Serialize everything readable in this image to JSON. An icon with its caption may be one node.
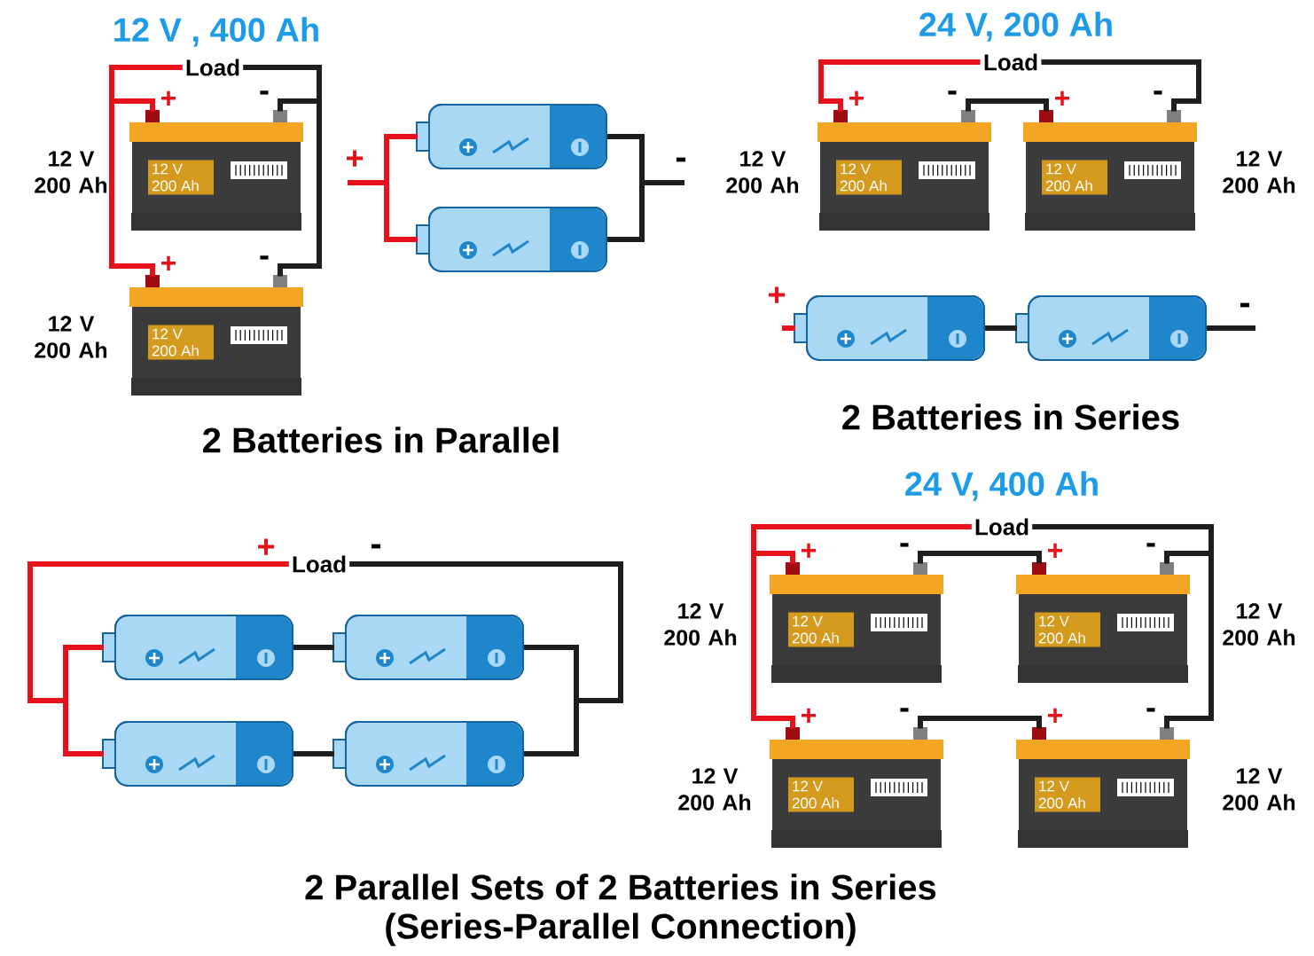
{
  "diagram": {
    "nodes": [
      {
        "text": [
          "Load"
        ]
      },
      {
        "text": [
          "12 V 200 Ah"
        ],
        "beside": [
          "12 V 200 Ah",
          "+",
          "-"
        ]
      },
      {
        "text": [
          "12 V 200 Ah"
        ],
        "beside": [
          "12 V 200 Ah",
          "+",
          "-"
        ]
      },
      {
        "text": [],
        "shape": "cylinder"
      },
      {
        "text": [],
        "shape": "cylinder"
      },
      {
        "text": [
          "Load"
        ]
      },
      {
        "text": [
          "12 V 200 Ah"
        ],
        "beside": [
          "12 V 200 Ah",
          "+",
          "-"
        ]
      },
      {
        "text": [
          "12 V 200 Ah"
        ],
        "beside": [
          "12 V 200 Ah",
          "+",
          "-"
        ]
      },
      {
        "text": [],
        "shape": "cylinder"
      },
      {
        "text": [],
        "shape": "cylinder"
      },
      {
        "text": [
          "Load"
        ]
      },
      {
        "text": [],
        "shape": "cylinder"
      },
      {
        "text": [],
        "shape": "cylinder"
      },
      {
        "text": [],
        "shape": "cylinder"
      },
      {
        "text": [],
        "shape": "cylinder"
      },
      {
        "text": [
          "Load"
        ]
      },
      {
        "text": [
          "12 V 200 Ah"
        ],
        "beside": [
          "12 V 200 Ah",
          "+",
          "-"
        ]
      },
      {
        "text": [
          "12 V 200 Ah"
        ],
        "beside": [
          "12 V 200 Ah",
          "+",
          "-"
        ]
      },
      {
        "text": [
          "12 V 200 Ah"
        ],
        "beside": [
          "12 V 200 Ah",
          "+",
          "-"
        ]
      },
      {
        "text": [
          "12 V 200 Ah"
        ],
        "beside": [
          "12 V 200 Ah",
          "+",
          "-"
        ]
      }
    ],
    "edges": [
      {
        "from": 0,
        "to": 1,
        "arrow": "none",
        "color": "#e5121b"
      },
      {
        "from": 0,
        "to": 2,
        "arrow": "none",
        "color": "#e5121b"
      },
      {
        "from": 0,
        "to": 1,
        "arrow": "none"
      },
      {
        "from": 0,
        "to": 2,
        "arrow": "none"
      },
      {
        "from": null,
        "to": 3,
        "arrow": "none",
        "color": "#e5121b"
      },
      {
        "from": null,
        "to": 4,
        "arrow": "none",
        "color": "#e5121b"
      },
      {
        "from": 3,
        "to": null,
        "arrow": "none"
      },
      {
        "from": 4,
        "to": null,
        "arrow": "none"
      },
      {
        "from": 5,
        "to": 6,
        "arrow": "none",
        "color": "#e5121b"
      },
      {
        "from": 6,
        "to": 7,
        "arrow": "none"
      },
      {
        "from": 7,
        "to": 5,
        "arrow": "none"
      },
      {
        "from": null,
        "to": 8,
        "arrow": "none",
        "color": "#e5121b"
      },
      {
        "from": 8,
        "to": 9,
        "arrow": "none"
      },
      {
        "from": 9,
        "to": null,
        "arrow": "none"
      },
      {
        "from": 10,
        "to": 11,
        "arrow": "none",
        "color": "#e5121b"
      },
      {
        "from": 10,
        "to": 13,
        "arrow": "none",
        "color": "#e5121b"
      },
      {
        "from": 11,
        "to": 12,
        "arrow": "none"
      },
      {
        "from": 13,
        "to": 14,
        "arrow": "none"
      },
      {
        "from": 12,
        "to": 10,
        "arrow": "none"
      },
      {
        "from": 14,
        "to": 10,
        "arrow": "none"
      },
      {
        "from": 15,
        "to": 16,
        "arrow": "none",
        "color": "#e5121b"
      },
      {
        "from": 15,
        "to": 18,
        "arrow": "none",
        "color": "#e5121b"
      },
      {
        "from": 16,
        "to": 17,
        "arrow": "none"
      },
      {
        "from": 18,
        "to": 19,
        "arrow": "none"
      },
      {
        "from": 17,
        "to": 15,
        "arrow": "none"
      },
      {
        "from": 19,
        "to": 15,
        "arrow": "none"
      }
    ],
    "labels": [
      "12 V , 400 Ah",
      "+",
      "-",
      "2 Batteries in Parallel",
      "24 V, 200 Ah",
      "+",
      "-",
      "2 Batteries in Series",
      "+",
      "-",
      "24 V, 400 Ah",
      "2 Parallel Sets of 2 Batteries in Series",
      "(Series-Parallel Connection)"
    ]
  }
}
